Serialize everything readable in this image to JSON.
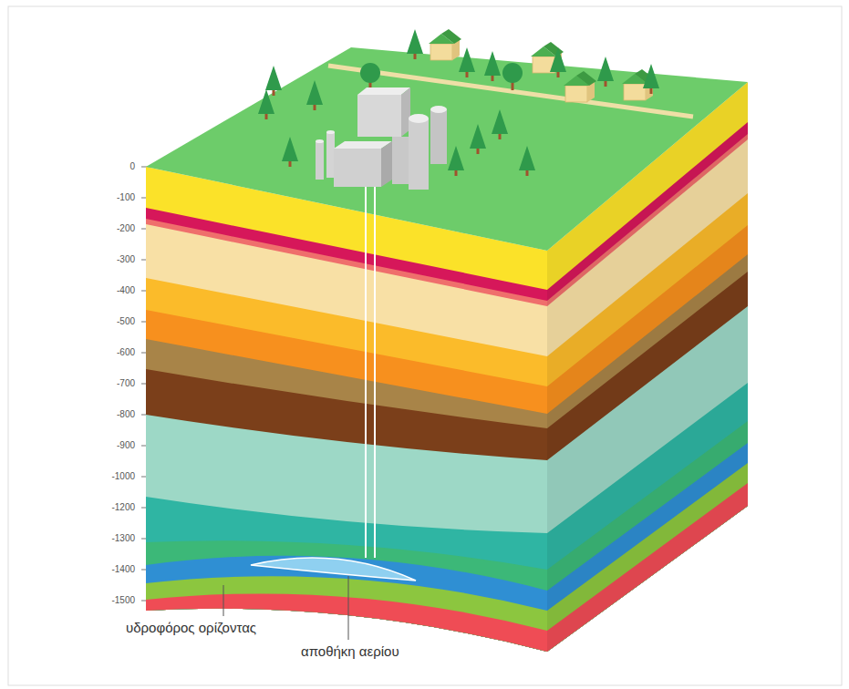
{
  "diagram": {
    "labels": [
      "0",
      "-100",
      "-200",
      "-300",
      "-400",
      "-500",
      "-600",
      "-700",
      "-800",
      "-900",
      "-1000",
      "-1200",
      "-1300",
      "-1400",
      "-1500",
      "υδροφόρος ορίζοντας",
      "αποθήκη αερίου"
    ]
  }
}
